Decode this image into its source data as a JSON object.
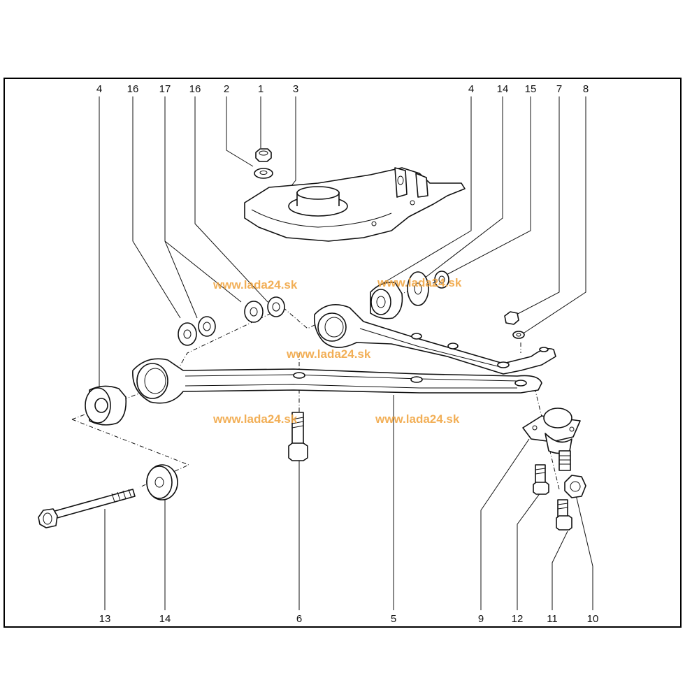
{
  "callouts_top": [
    "4",
    "16",
    "17",
    "16",
    "2",
    "1",
    "3",
    "4",
    "14",
    "15",
    "7",
    "8"
  ],
  "callouts_bottom": [
    "13",
    "14",
    "6",
    "5",
    "9",
    "12",
    "11",
    "10"
  ],
  "watermarks": [
    "www.lada24.sk",
    "www.lada24.sk",
    "www.lada24.sk",
    "www.lada24.sk",
    "www.lada24.sk"
  ],
  "colors": {
    "watermark": "#f0a23a",
    "line": "#111111",
    "background": "#ffffff"
  }
}
